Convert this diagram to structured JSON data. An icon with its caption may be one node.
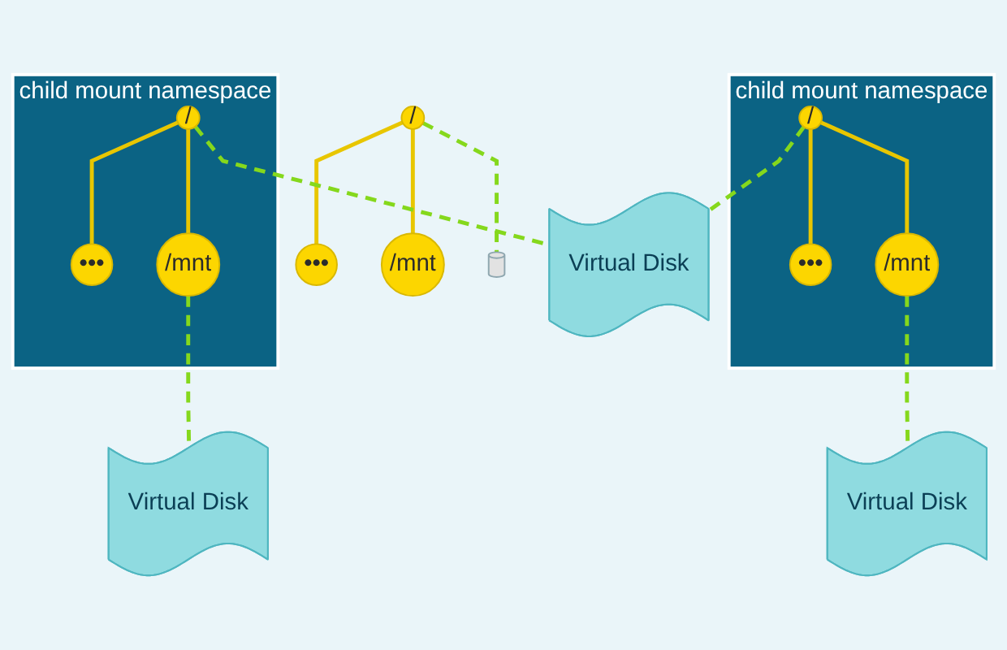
{
  "diagram": {
    "nodes": [
      {
        "text": [
          "/"
        ]
      },
      {
        "text": [
          "•••"
        ]
      },
      {
        "text": [
          "/mnt"
        ]
      },
      {
        "text": [],
        "shape": "cylinder"
      },
      {
        "text": [
          "Virtual Disk"
        ]
      },
      {
        "text": [
          "child mount namespace"
        ]
      },
      {
        "text": [
          "/"
        ],
        "in": 5
      },
      {
        "text": [
          "•••"
        ],
        "in": 5
      },
      {
        "text": [
          "/mnt"
        ],
        "in": 5
      },
      {
        "text": [
          "Virtual Disk"
        ]
      },
      {
        "text": [
          "child mount namespace"
        ]
      },
      {
        "text": [
          "/"
        ],
        "in": 10
      },
      {
        "text": [
          "•••"
        ],
        "in": 10
      },
      {
        "text": [
          "/mnt"
        ],
        "in": 10
      },
      {
        "text": [
          "Virtual Disk"
        ]
      }
    ],
    "edges": [
      {
        "from": 0,
        "to": 1,
        "arrow": "none"
      },
      {
        "from": 0,
        "to": 2,
        "arrow": "none"
      },
      {
        "from": 0,
        "to": 3,
        "arrow": "none",
        "style": "dashed",
        "color": "#85d81c"
      },
      {
        "from": 6,
        "to": 4,
        "arrow": "none",
        "style": "dashed",
        "color": "#85d81c"
      },
      {
        "from": 6,
        "to": 7,
        "arrow": "none"
      },
      {
        "from": 6,
        "to": 8,
        "arrow": "none"
      },
      {
        "from": 8,
        "to": 9,
        "arrow": "none",
        "style": "dashed",
        "color": "#85d81c"
      },
      {
        "from": 11,
        "to": 4,
        "arrow": "none",
        "style": "dashed",
        "color": "#85d81c"
      },
      {
        "from": 11,
        "to": 12,
        "arrow": "none"
      },
      {
        "from": 11,
        "to": 13,
        "arrow": "none"
      },
      {
        "from": 13,
        "to": 14,
        "arrow": "none",
        "style": "dashed",
        "color": "#85d81c"
      }
    ]
  }
}
